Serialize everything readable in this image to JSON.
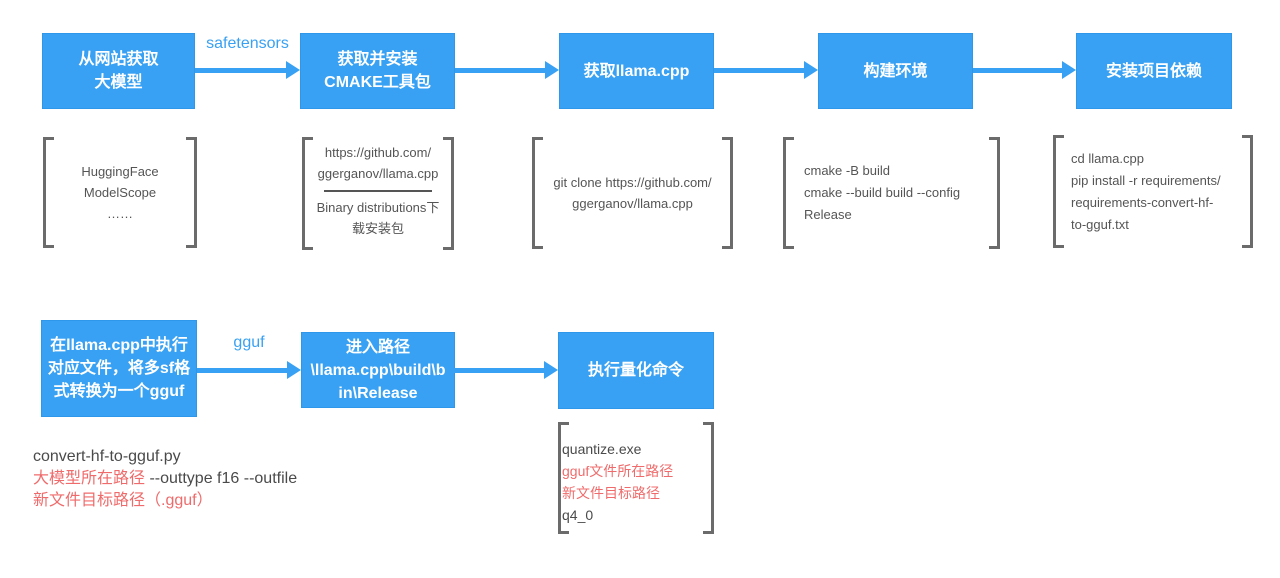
{
  "colors": {
    "accent_blue": "#38a1f3",
    "text_dark": "#4a4a4a",
    "highlight_red": "#ef6b6b",
    "bracket_gray": "#6b6b6b"
  },
  "flow1": {
    "nodes": [
      {
        "lines": [
          "从网站获取",
          "大模型"
        ]
      },
      {
        "lines": [
          "获取并安装",
          "CMAKE工具包"
        ]
      },
      {
        "lines": [
          "获取llama.cpp"
        ]
      },
      {
        "lines": [
          "构建环境"
        ]
      },
      {
        "lines": [
          "安装项目依赖"
        ]
      }
    ],
    "arrow_label": "safetensors",
    "annotations": [
      {
        "lines": [
          "HuggingFace",
          "ModelScope",
          "……"
        ]
      },
      {
        "lines_top": [
          "https://github.com/",
          "ggerganov/llama.cpp"
        ],
        "lines_bottom": [
          "Binary distributions下",
          "载安装包"
        ]
      },
      {
        "lines": [
          "git clone https://github.com/",
          "ggerganov/llama.cpp"
        ]
      },
      {
        "lines": [
          "cmake -B build",
          "cmake --build build --config",
          "Release"
        ]
      },
      {
        "lines": [
          "cd llama.cpp",
          "pip install -r requirements/",
          "requirements-convert-hf-",
          "to-gguf.txt"
        ]
      }
    ]
  },
  "flow2": {
    "nodes": [
      {
        "lines": [
          "在llama.cpp中执行",
          "对应文件，将多sf格",
          "式转换为一个gguf"
        ]
      },
      {
        "lines": [
          "进入路径",
          "\\llama.cpp\\build\\b",
          "in\\Release"
        ]
      },
      {
        "lines": [
          "执行量化命令"
        ]
      }
    ],
    "arrow_label": "gguf",
    "convert_note": {
      "line1": "convert-hf-to-gguf.py",
      "line2_red": "大模型所在路径",
      "line2_dark": " --outtype f16 --outfile",
      "line3": "新文件目标路径（.gguf）"
    },
    "quantize_note": {
      "line1": "quantize.exe",
      "line2": "gguf文件所在路径",
      "line3": "新文件目标路径",
      "line4": "q4_0"
    }
  }
}
